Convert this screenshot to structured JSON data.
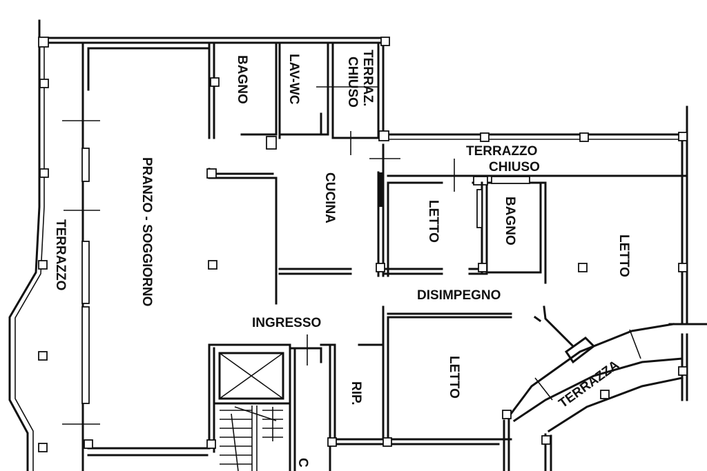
{
  "rooms": {
    "bagno_top": "BAGNO",
    "lav_wc": "LAV-WC",
    "terraz_chiuso_1": "TERRAZ.",
    "terraz_chiuso_2": "CHIUSO",
    "terrazzo_chiuso_1": "TERRAZZO",
    "terrazzo_chiuso_2": "CHIUSO",
    "pranzo_soggiorno": "PRANZO - SOGGIORNO",
    "terrazzo_left": "TERRAZZO",
    "cucina": "CUCINA",
    "letto_center": "LETTO",
    "bagno_right": "BAGNO",
    "letto_right": "LETTO",
    "disimpegno": "DISIMPEGNO",
    "ingresso": "INGRESSO",
    "letto_bottom": "LETTO",
    "rip": "RIP.",
    "terrazza": "TERRAZZA",
    "stair_c": "C"
  }
}
